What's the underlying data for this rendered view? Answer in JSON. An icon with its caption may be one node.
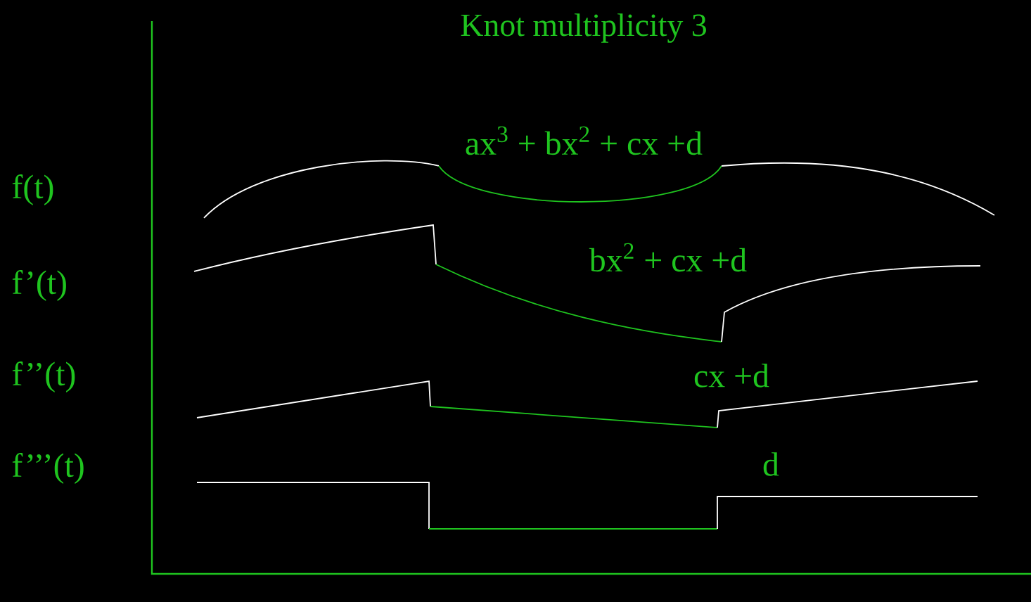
{
  "diagram": {
    "title": "Knot multiplicity 3",
    "labels": [
      "f(t)",
      "f’(t)",
      "f’’(t)",
      "f’’’(t)",
      "ax$^{3}$ + bx$^{2}$ + cx +d",
      "bx$^{2}$ + cx +d",
      "cx +d",
      "d"
    ]
  }
}
